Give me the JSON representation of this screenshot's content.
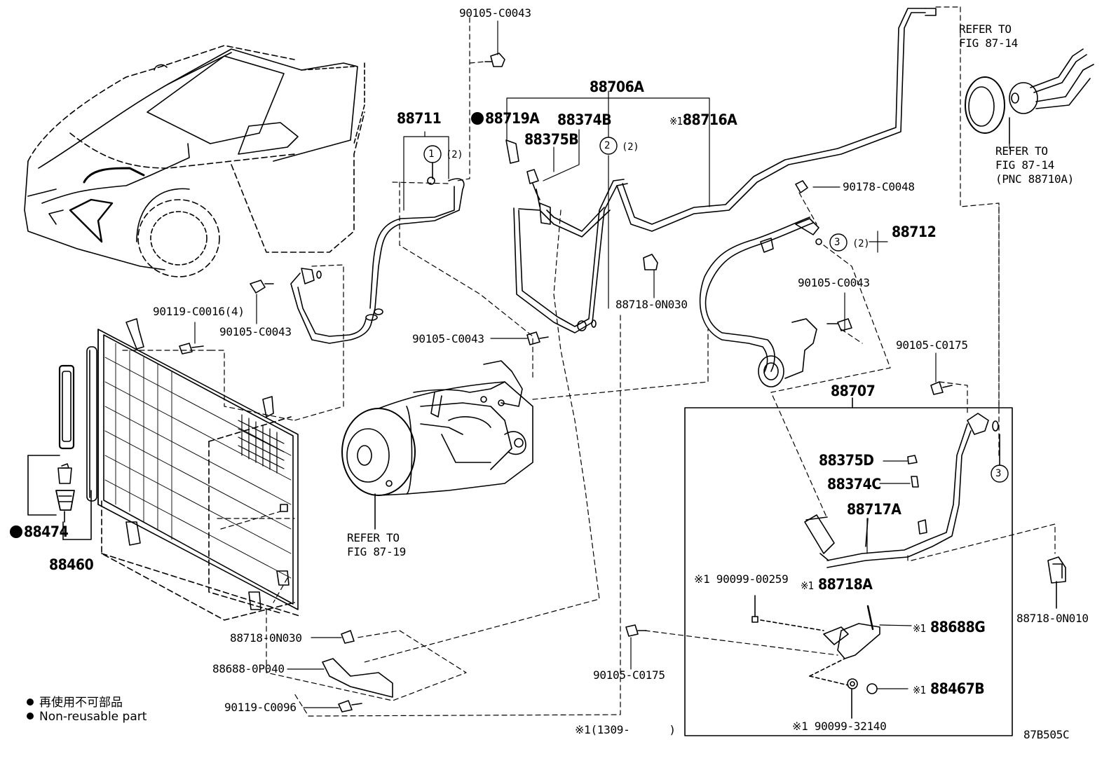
{
  "figure_code": "87B505C",
  "labels": {
    "p88711": "88711",
    "p88706A": "88706A",
    "p88719A": "88719A",
    "p88374B": "88374B",
    "p88375B": "88375B",
    "p88716A": "88716A",
    "p88716A_mark": "※1",
    "bolt_top": "90105-C0043",
    "refer_top_right": "REFER TO\nFIG 87-14",
    "refer_right": "REFER TO\nFIG 87-14\n(PNC 88710A)",
    "p90178": "90178-C0048",
    "p88712": "88712",
    "bolt_right": "90105-C0043",
    "p90119_4": "90119-C0016(4)",
    "bolt_left": "90105-C0043",
    "bolt_mid": "90105-C0043",
    "clamp_mid": "88718-0N030",
    "p90105_C0175_top": "90105-C0175",
    "p88707": "88707",
    "p88375D": "88375D",
    "p88374C": "88374C",
    "p88717A": "88717A",
    "refer_compressor": "REFER TO\nFIG 87-19",
    "p88474": "88474",
    "p88460": "88460",
    "p90099_00259": "90099-00259",
    "p88718A": "88718A",
    "p88688G": "88688G",
    "p88467B": "88467B",
    "p90099_32140": "90099-32140",
    "x1_mark": "※1",
    "clamp_left": "88718-0N030",
    "bracket": "88688-0P040",
    "bolt_bottom": "90119-C0096",
    "p90105_C0175_bottom": "90105-C0175",
    "clamp_right": "88718-0N010",
    "footnote": "※1(1309-      )",
    "circle1": "1",
    "circle2": "2",
    "circle3": "3",
    "qty2": "(2)"
  },
  "legend": [
    {
      "text": "再使用不可部品"
    },
    {
      "text": "Non-reusable part"
    }
  ]
}
